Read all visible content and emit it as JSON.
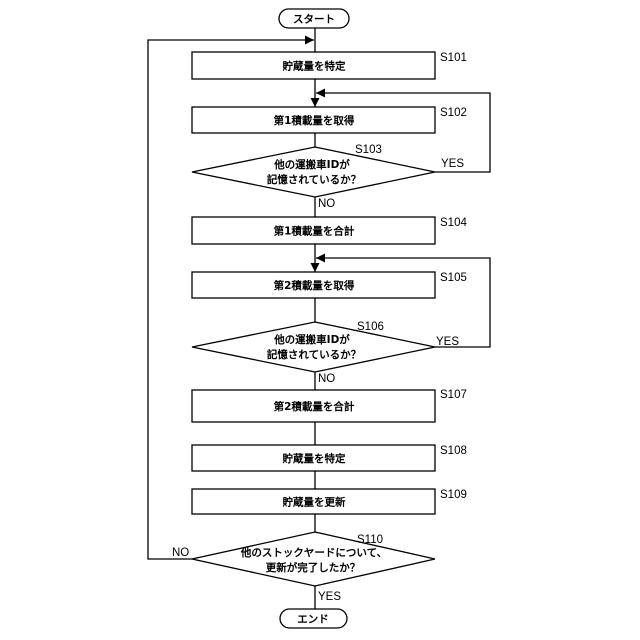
{
  "flowchart": {
    "start": "スタート",
    "end": "エンド",
    "steps": {
      "s101": {
        "id": "S101",
        "text": "貯蔵量を特定"
      },
      "s102": {
        "id": "S102",
        "text": "第1積載量を取得"
      },
      "s103": {
        "id": "S103",
        "line1": "他の運搬車IDが",
        "line2": "記憶されているか？"
      },
      "s104": {
        "id": "S104",
        "text": "第1積載量を合計"
      },
      "s105": {
        "id": "S105",
        "text": "第2積載量を取得"
      },
      "s106": {
        "id": "S106",
        "line1": "他の運搬車IDが",
        "line2": "記憶されているか？"
      },
      "s107": {
        "id": "S107",
        "text": "第2積載量を合計"
      },
      "s108": {
        "id": "S108",
        "text": "貯蔵量を特定"
      },
      "s109": {
        "id": "S109",
        "text": "貯蔵量を更新"
      },
      "s110": {
        "id": "S110",
        "line1": "他のストックヤードについて、",
        "line2": "更新が完了したか？"
      }
    },
    "branches": {
      "s103_yes": "YES",
      "s103_no": "NO",
      "s106_yes": "YES",
      "s106_no": "NO",
      "s110_yes": "YES",
      "s110_no": "NO"
    }
  }
}
